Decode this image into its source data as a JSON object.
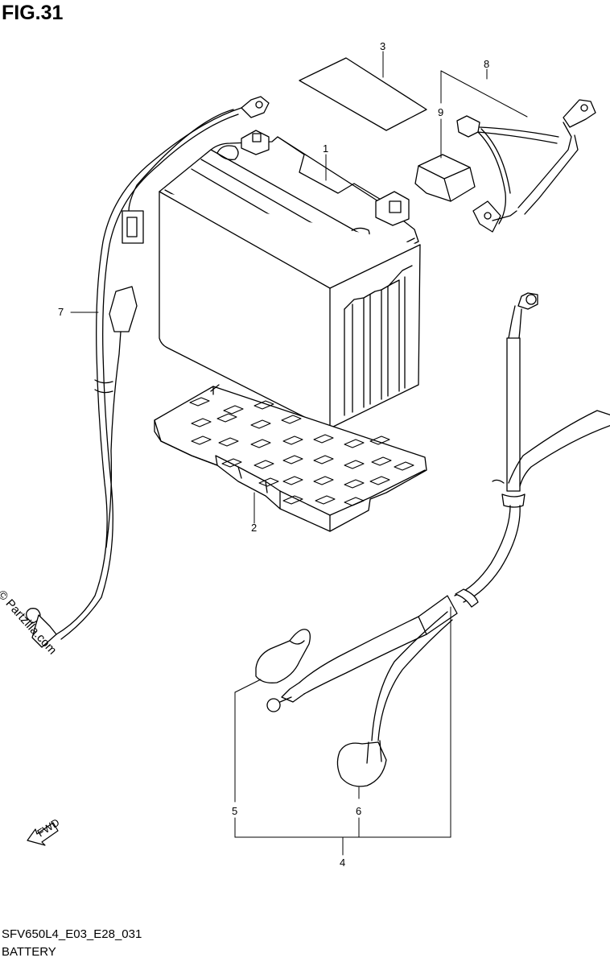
{
  "header": {
    "figure": "FIG.31"
  },
  "footer": {
    "code": "SFV650L4_E03_E28_031",
    "name": "BATTERY"
  },
  "watermark": {
    "text": "© Partzilla.com"
  },
  "fwd_mark": {
    "label": "FWD"
  },
  "callouts": [
    {
      "id": "1",
      "label": "1",
      "part": "battery"
    },
    {
      "id": "2",
      "label": "2",
      "part": "battery tray"
    },
    {
      "id": "3",
      "label": "3",
      "part": "pad"
    },
    {
      "id": "4",
      "label": "4",
      "part": "negative cable assembly"
    },
    {
      "id": "5",
      "label": "5",
      "part": "cover"
    },
    {
      "id": "6",
      "label": "6",
      "part": "cover"
    },
    {
      "id": "7",
      "label": "7",
      "part": "lead wire"
    },
    {
      "id": "8",
      "label": "8",
      "part": "starter motor lead"
    },
    {
      "id": "9",
      "label": "9",
      "part": "terminal cover"
    }
  ]
}
